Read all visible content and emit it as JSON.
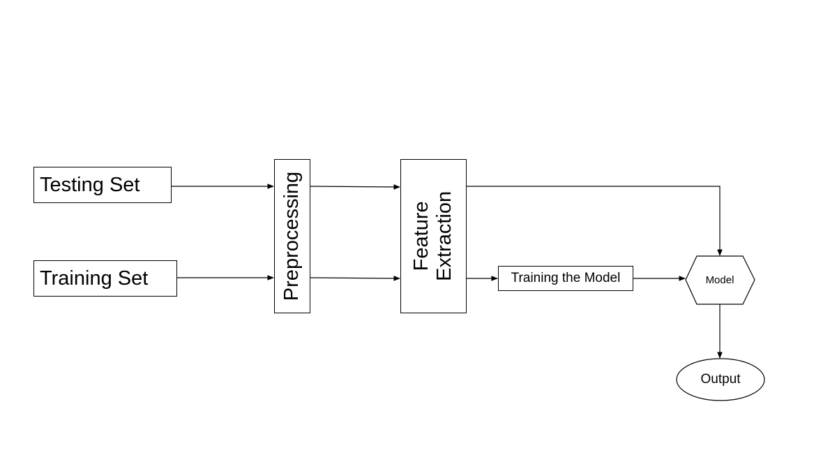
{
  "nodes": {
    "testing_set": "Testing Set",
    "training_set": "Training Set",
    "preprocessing": "Preprocessing",
    "feature_extraction_line1": "Feature",
    "feature_extraction_line2": "Extraction",
    "training_the_model": "Training the Model",
    "model": "Model",
    "output": "Output"
  }
}
